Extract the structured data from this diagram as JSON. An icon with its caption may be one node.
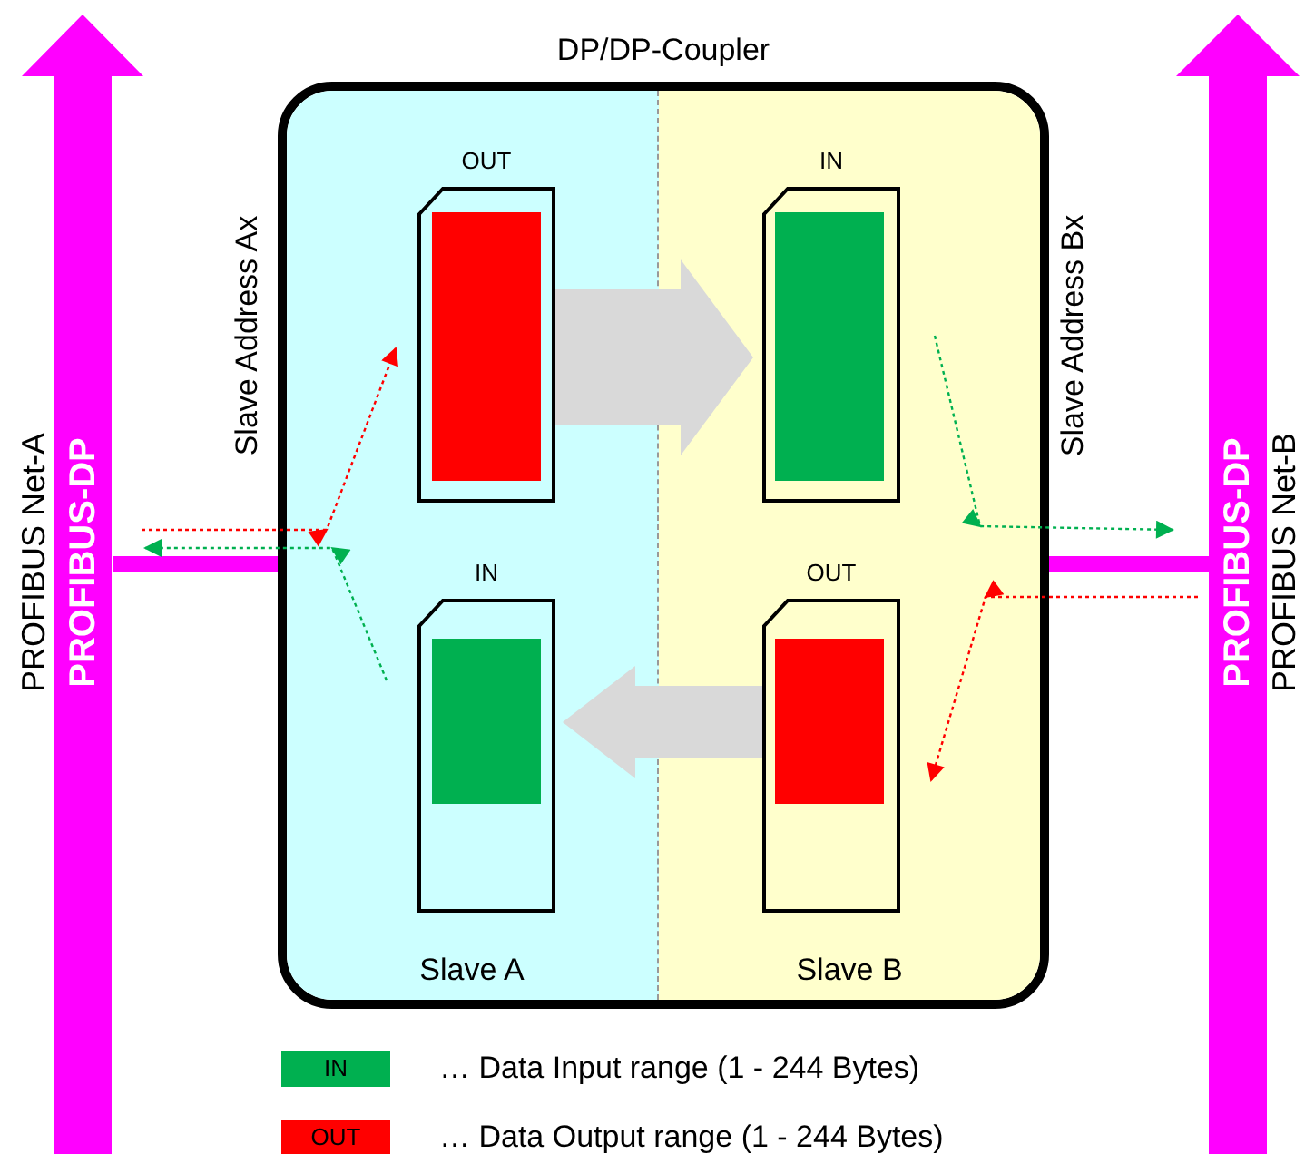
{
  "diagram": {
    "nodes": [
      {
        "text": [
          "DP/DP-Coupler"
        ]
      },
      {
        "text": [
          "Slave A"
        ],
        "in": 0
      },
      {
        "text": [
          "Slave B"
        ],
        "in": 0
      },
      {
        "text": [
          "OUT"
        ],
        "in": 1
      },
      {
        "text": [
          "IN"
        ],
        "in": 1
      },
      {
        "text": [
          "IN"
        ],
        "in": 2
      },
      {
        "text": [
          "OUT"
        ],
        "in": 2
      },
      {
        "text": [
          "PROFIBUS-DP"
        ],
        "beside": [
          "PROFIBUS Net-A"
        ]
      },
      {
        "text": [
          "PROFIBUS-DP"
        ],
        "beside": [
          "PROFIBUS Net-B"
        ]
      }
    ],
    "edges": [
      {
        "from": 3,
        "to": 5,
        "arrow": "to",
        "style": "thick",
        "color": "#d9d9d9"
      },
      {
        "from": 6,
        "to": 4,
        "arrow": "to",
        "style": "thick",
        "color": "#d9d9d9"
      },
      {
        "from": 7,
        "to": 0,
        "arrow": "none",
        "style": "thick",
        "color": "#ff00ff"
      },
      {
        "from": 8,
        "to": 0,
        "arrow": "none",
        "style": "thick",
        "color": "#ff00ff"
      },
      {
        "from": 7,
        "to": 3,
        "arrow": "to",
        "style": "dashed",
        "color": "#ff0000"
      },
      {
        "from": 4,
        "to": 7,
        "arrow": "to",
        "style": "dashed",
        "color": "#00b050"
      },
      {
        "from": 5,
        "to": 8,
        "arrow": "to",
        "style": "dashed",
        "color": "#00b050"
      },
      {
        "from": 8,
        "to": 6,
        "arrow": "to",
        "style": "dashed",
        "color": "#ff0000"
      }
    ],
    "labels": [
      "Slave Address Ax",
      "Slave Address Bx",
      "IN",
      "OUT"
    ],
    "legend": [
      {
        "text": "… Data Input range (1 - 244 Bytes)",
        "color": "#00b050"
      },
      {
        "text": "… Data Output range (1 - 244 Bytes)",
        "color": "#ff0000"
      }
    ]
  }
}
